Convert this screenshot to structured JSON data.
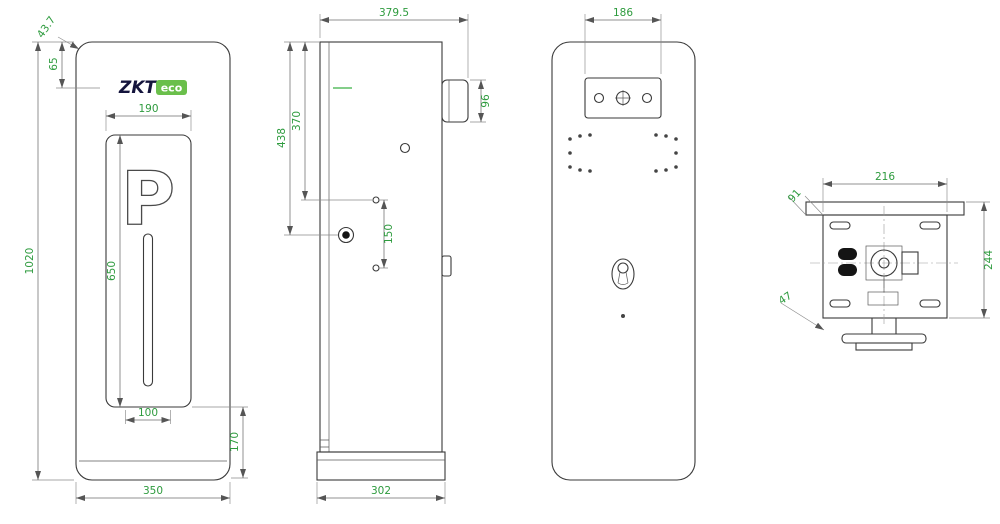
{
  "colors": {
    "dimension_text": "#2e9b3e",
    "brand_green": "#6abf4b",
    "line": "#3a3a3a"
  },
  "logo": {
    "zkt": "ZKT",
    "eco": "eco"
  },
  "front_view": {
    "panel_letter": "P",
    "dims": {
      "corner": "43.7",
      "logo_offset": "65",
      "window_width": "190",
      "total_height": "1020",
      "window_height": "650",
      "slot_bottom_width": "100",
      "bottom_section": "170",
      "body_width": "350"
    }
  },
  "side_view": {
    "dims": {
      "top_width": "379.5",
      "reader_height": "96",
      "hole_from_top": "370",
      "keyhole_from_top": "438",
      "hole_spacing": "150",
      "base_depth": "302"
    }
  },
  "back_view": {
    "dims": {
      "plate_width": "186"
    }
  },
  "top_view": {
    "dims": {
      "inner_width": "216",
      "corner_offset": "91",
      "body_depth": "244",
      "edge_offset": "47"
    }
  }
}
